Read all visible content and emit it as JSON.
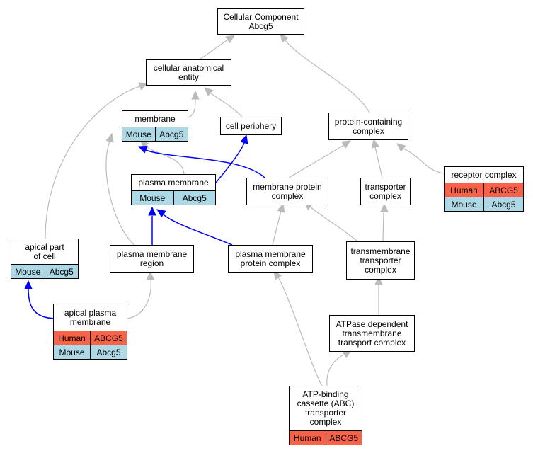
{
  "colors": {
    "human": "#fa6149",
    "mouse": "#add8e6",
    "edge_gray": "#bbbbbb",
    "edge_blue": "#0000ff"
  },
  "nodes": {
    "cellular_component": {
      "label": "Cellular Component\nAbcg5",
      "rows": []
    },
    "cellular_anatomical_entity": {
      "label": "cellular anatomical\nentity",
      "rows": []
    },
    "membrane": {
      "label": "membrane",
      "rows": [
        [
          "Mouse",
          "Abcg5"
        ]
      ]
    },
    "cell_periphery": {
      "label": "cell periphery",
      "rows": []
    },
    "protein_containing_complex": {
      "label": "protein-containing\ncomplex",
      "rows": []
    },
    "plasma_membrane": {
      "label": "plasma membrane",
      "rows": [
        [
          "Mouse",
          "Abcg5"
        ]
      ]
    },
    "membrane_protein_complex": {
      "label": "membrane protein\ncomplex",
      "rows": []
    },
    "transporter_complex": {
      "label": "transporter\ncomplex",
      "rows": []
    },
    "receptor_complex": {
      "label": "receptor complex",
      "rows": [
        [
          "Human",
          "ABCG5"
        ],
        [
          "Mouse",
          "Abcg5"
        ]
      ]
    },
    "apical_part_of_cell": {
      "label": "apical part\nof cell",
      "rows": [
        [
          "Mouse",
          "Abcg5"
        ]
      ]
    },
    "plasma_membrane_region": {
      "label": "plasma membrane\nregion",
      "rows": []
    },
    "plasma_membrane_protein_complex": {
      "label": "plasma membrane\nprotein complex",
      "rows": []
    },
    "transmembrane_transporter_complex": {
      "label": "transmembrane\ntransporter\ncomplex",
      "rows": []
    },
    "apical_plasma_membrane": {
      "label": "apical plasma\nmembrane",
      "rows": [
        [
          "Human",
          "ABCG5"
        ],
        [
          "Mouse",
          "Abcg5"
        ]
      ]
    },
    "atpase_dependent": {
      "label": "ATPase dependent\ntransmembrane\ntransport complex",
      "rows": []
    },
    "abc_transporter_complex": {
      "label": "ATP-binding\ncassette (ABC)\ntransporter\ncomplex",
      "rows": [
        [
          "Human",
          "ABCG5"
        ]
      ]
    }
  }
}
